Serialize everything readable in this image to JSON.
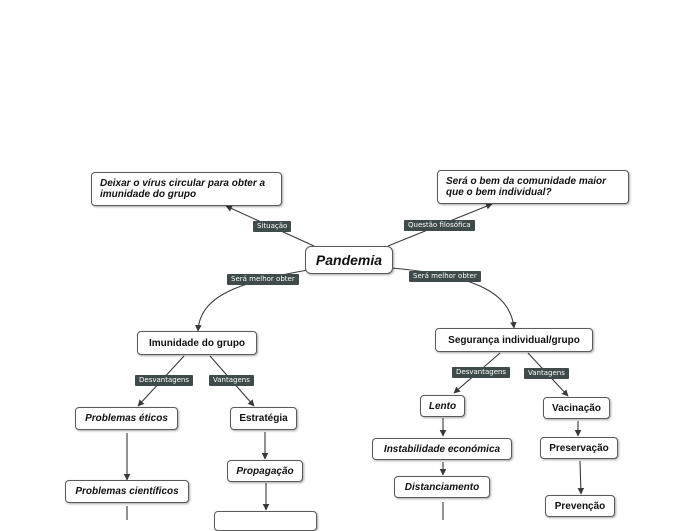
{
  "center": {
    "label": "Pandemia"
  },
  "nodes": {
    "herd_top": "Deixar o vírus circular para obter a imunidade do grupo",
    "philo_top": "Será o bem da comunidade maior que o bem individual?",
    "herd_immunity": "Imunidade do grupo",
    "individual_safety": "Segurança individual/grupo",
    "ethical_problems": "Problemas éticos",
    "scientific_problems": "Problemas científicos",
    "strategy": "Estratégia",
    "propagation": "Propagação",
    "slow": "Lento",
    "economic_instability": "Instabilidade económica",
    "distancing": "Distanciamento",
    "vaccination": "Vacinação",
    "preservation": "Preservação",
    "prevention": "Prevenção"
  },
  "links": {
    "situation": "Situação",
    "philosophical": "Questão filosófica",
    "best_left": "Será melhor obter",
    "best_right": "Será melhor obter",
    "disadv_left": "Desvantagens",
    "adv_left": "Vantagens",
    "disadv_right": "Desvantagens",
    "adv_right": "Vantagens"
  },
  "colors": {
    "line": "#3a3a3a",
    "label_bg": "#3f4a4a",
    "node_border": "#5a5a5a"
  }
}
